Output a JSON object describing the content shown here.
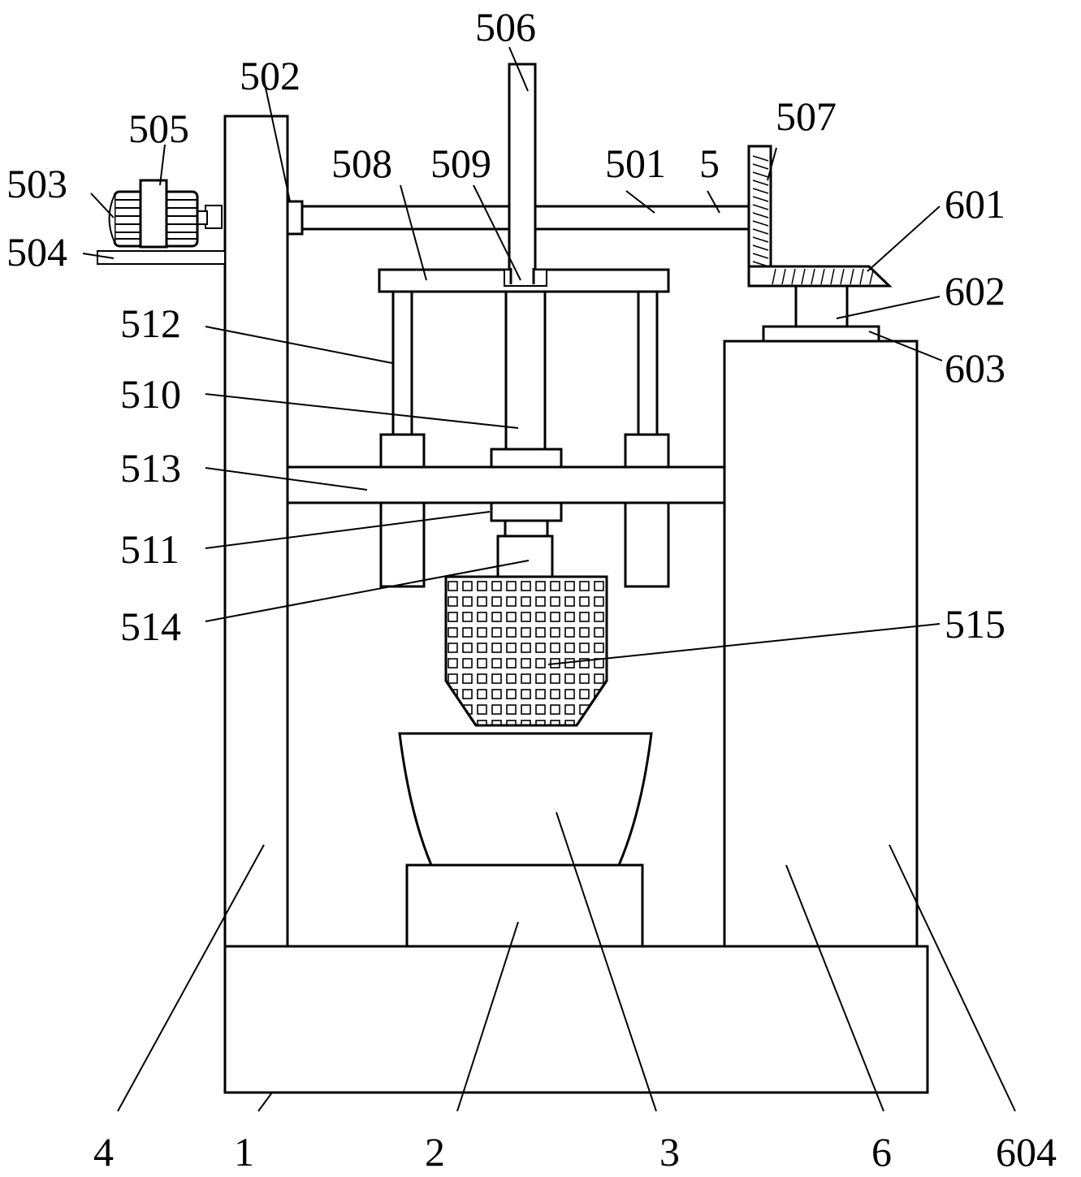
{
  "labels": {
    "l506": "506",
    "l502": "502",
    "l505": "505",
    "l503": "503",
    "l504": "504",
    "l508": "508",
    "l509": "509",
    "l501": "501",
    "l5": "5",
    "l507": "507",
    "l601": "601",
    "l602": "602",
    "l603": "603",
    "l512": "512",
    "l510": "510",
    "l513": "513",
    "l511": "511",
    "l514": "514",
    "l515": "515",
    "l4": "4",
    "l1": "1",
    "l2": "2",
    "l3": "3",
    "l6": "6",
    "l604": "604"
  },
  "colors": {
    "line": "#000000",
    "background": "#ffffff"
  }
}
